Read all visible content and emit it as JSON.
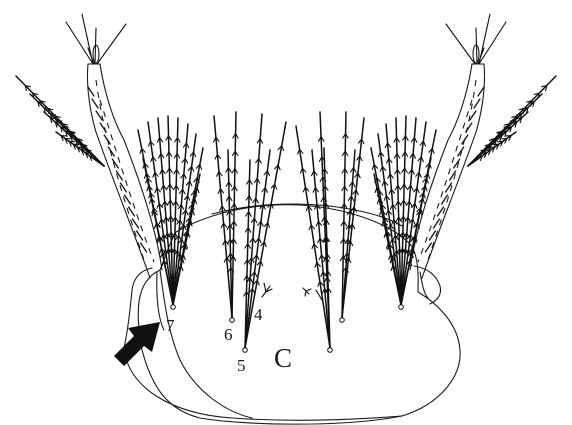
{
  "figure": {
    "panel_label": "C",
    "seta_labels": [
      "4",
      "5",
      "6",
      "7"
    ]
  }
}
